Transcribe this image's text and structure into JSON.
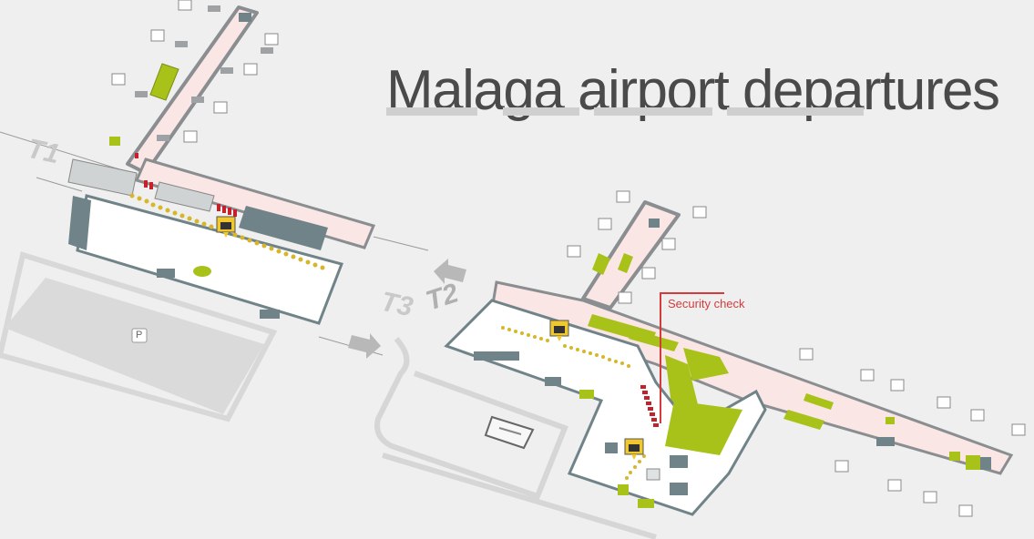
{
  "title": "Malaga airport departures",
  "labels": {
    "security_check": "Security check",
    "terminal_1": "T1",
    "terminal_2": "T2",
    "terminal_3": "T3",
    "parking": "P"
  },
  "colors": {
    "background": "#efefef",
    "airside_corridor": "#fbe6e6",
    "landside_floor": "#ffffff",
    "wall": "#8a8e90",
    "shop": "#a9c21a",
    "service_block": "#6f8388",
    "checkin_desk": "#d7b62a",
    "security_lane": "#c8202a",
    "security_callout": "#d43b3b",
    "parking_lot": "#d9d9d9"
  },
  "icons": {
    "gate": "departure-plane-icon",
    "checkin": "check-in-desk-icon",
    "parking": "parking-sign-icon"
  },
  "markers": {
    "checkin_t1": "check-in",
    "checkin_t2_main": "check-in",
    "checkin_t3": "check-in"
  }
}
